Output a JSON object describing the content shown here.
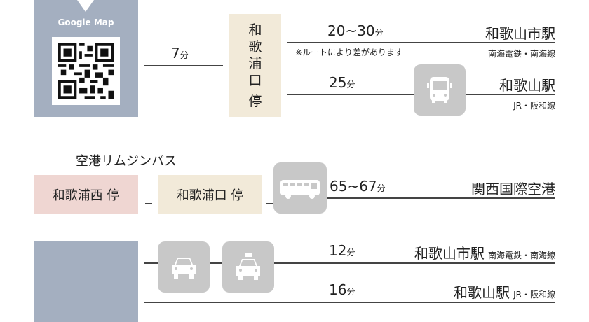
{
  "top": {
    "map_label": "Google Map",
    "walk_time": "7",
    "unit": "分",
    "stop_name_vertical": [
      "和",
      "歌",
      "浦",
      "口",
      "停"
    ],
    "routes": [
      {
        "time": "20~30",
        "destination": "和歌山市駅",
        "note": "※ルートにより差があります",
        "line": "南海電鉄・南海線"
      },
      {
        "time": "25",
        "destination": "和歌山駅",
        "line": "JR・阪和線"
      }
    ]
  },
  "limousine": {
    "title": "空港リムジンバス",
    "stop1": "和歌浦西 停",
    "stop2": "和歌浦口 停",
    "time": "65~67",
    "destination": "関西国際空港"
  },
  "car": {
    "routes": [
      {
        "time": "12",
        "destination": "和歌山市駅",
        "line": "南海電鉄・南海線"
      },
      {
        "time": "16",
        "destination": "和歌山駅",
        "line": "JR・阪和線"
      }
    ]
  },
  "colors": {
    "panel": "#a4afc0",
    "beige": "#f2ead9",
    "pink": "#efd6d2",
    "icon_bg": "#c8c8c8"
  }
}
